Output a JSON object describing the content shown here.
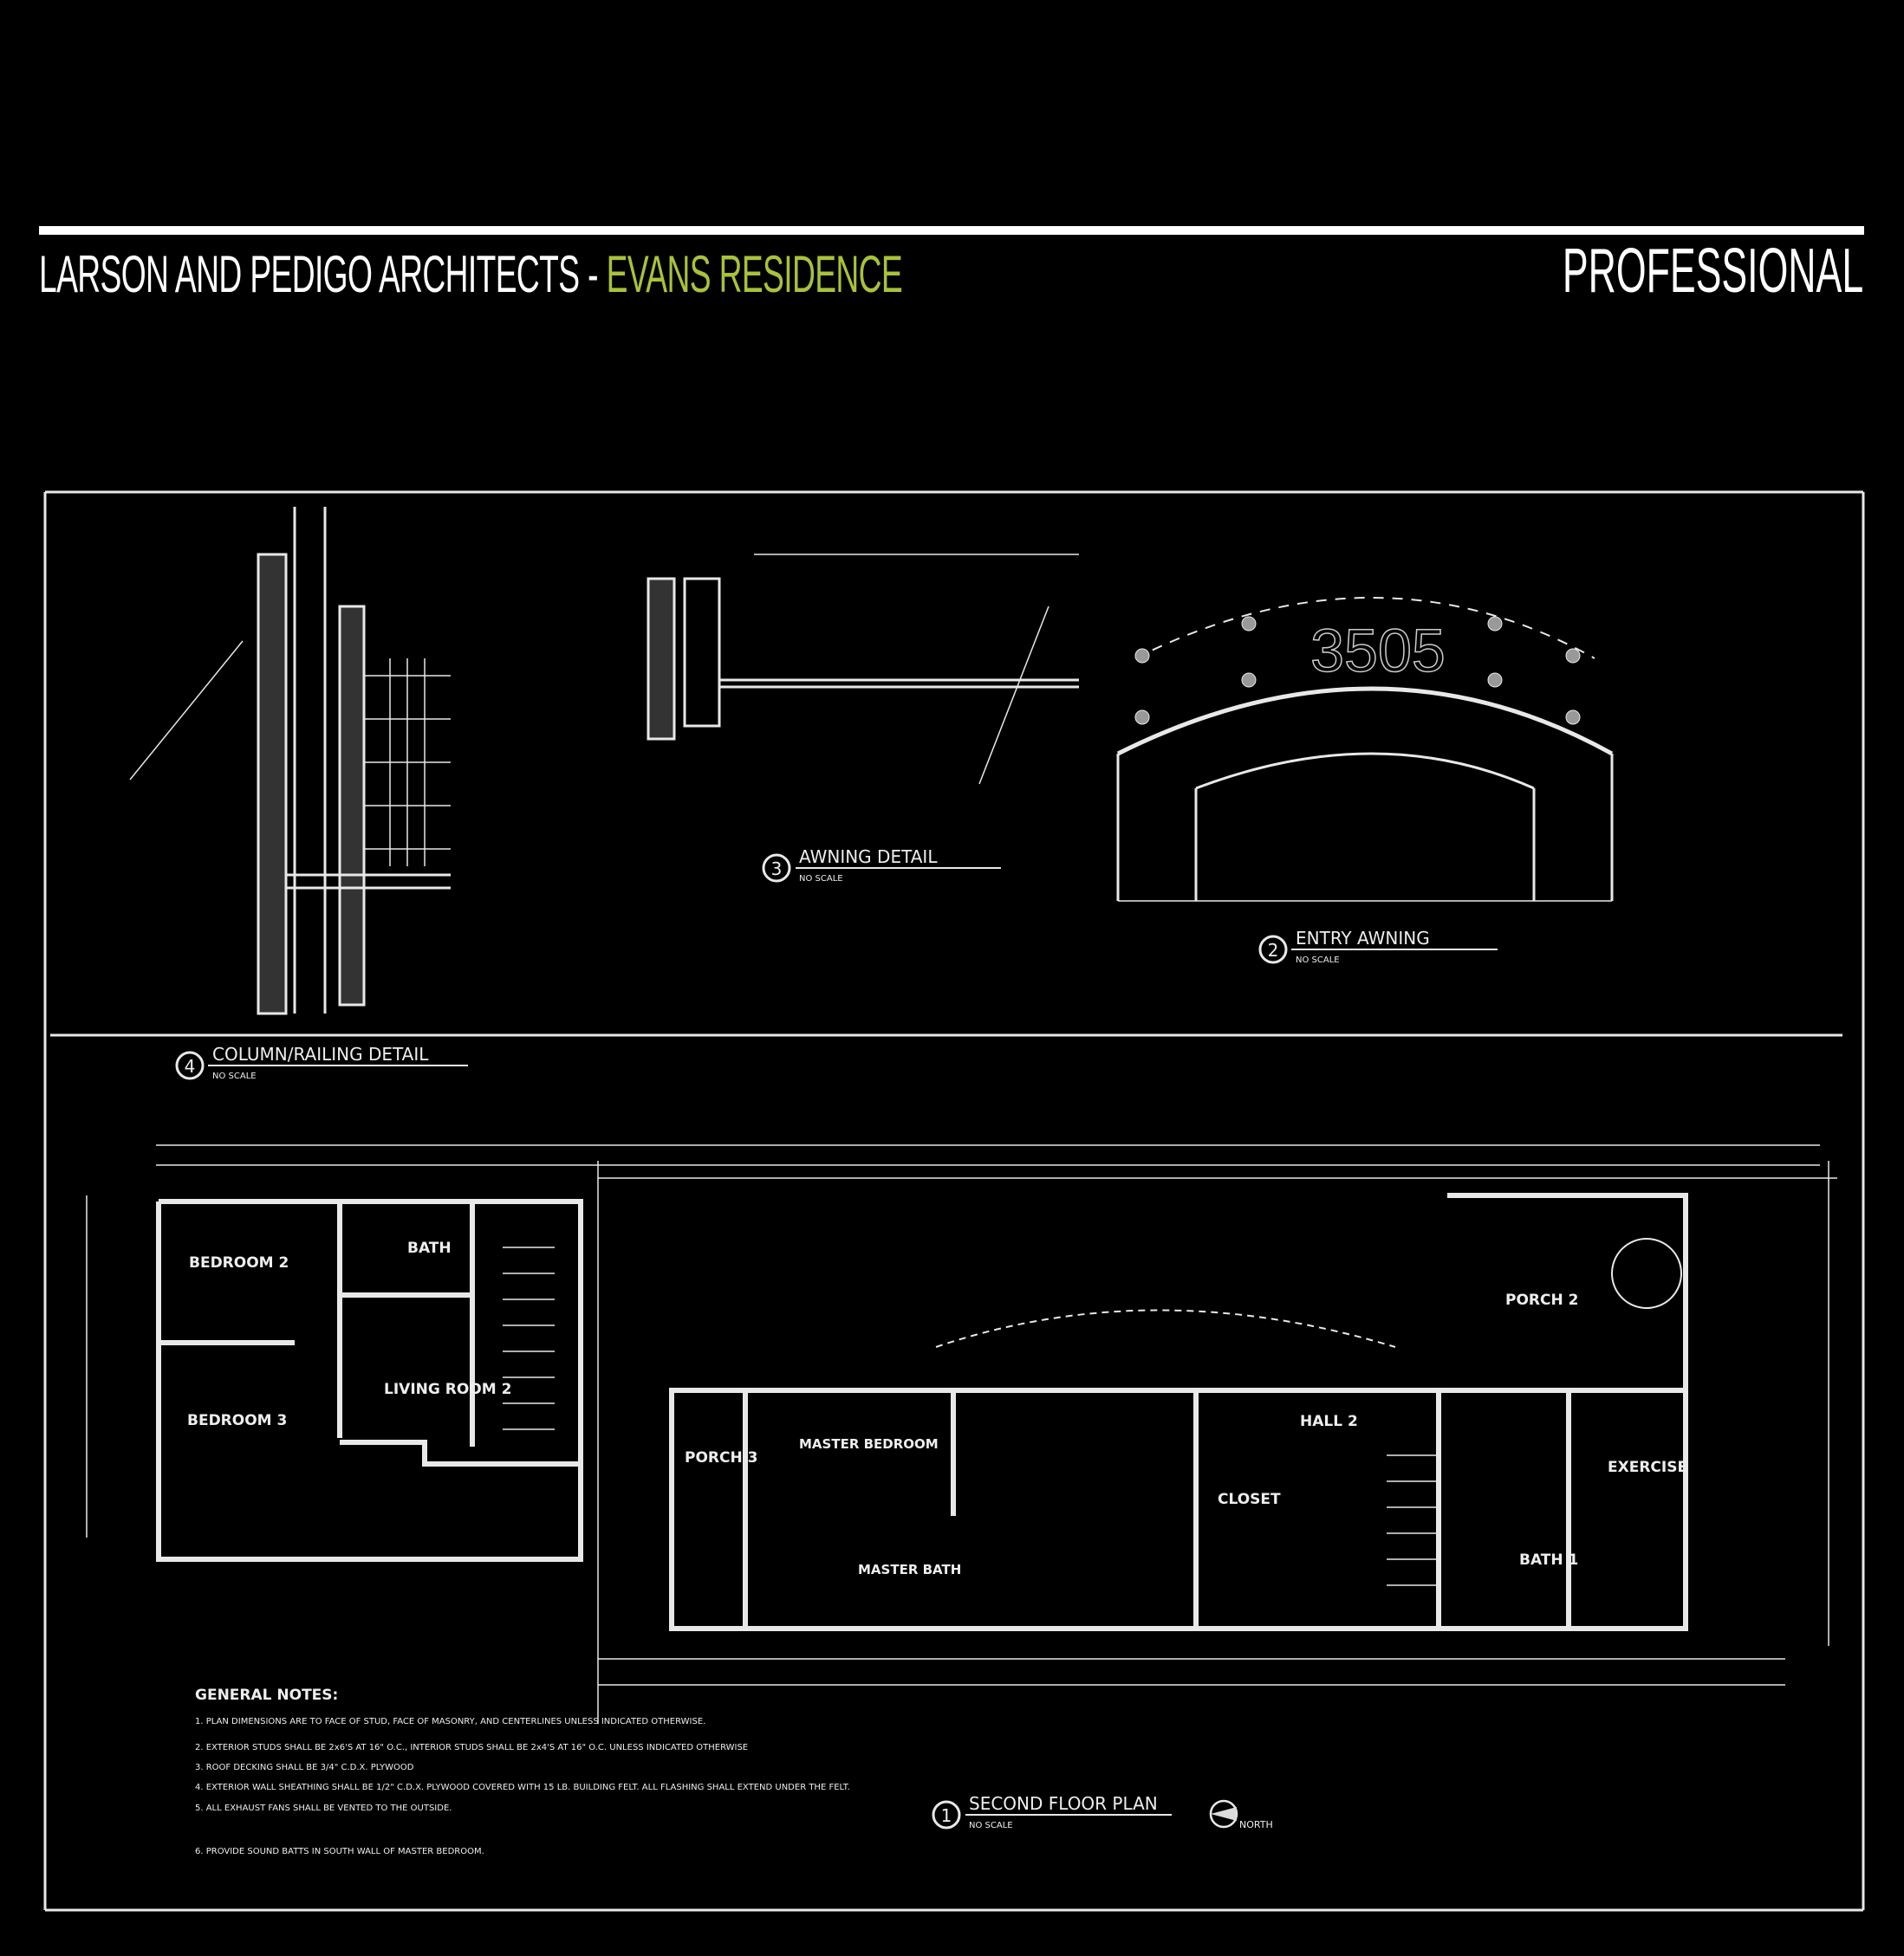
{
  "header": {
    "firm": "LARSON AND PEDIGO ARCHITECTS -",
    "project": "EVANS RESIDENCE",
    "section": "PROFESSIONAL",
    "accent_color": "#a8c23a"
  },
  "drawing": {
    "details": [
      {
        "number": "4",
        "title": "COLUMN/RAILING DETAIL",
        "scale": "NO SCALE"
      },
      {
        "number": "3",
        "title": "AWNING DETAIL",
        "scale": "NO SCALE"
      },
      {
        "number": "2",
        "title": "ENTRY AWNING",
        "scale": "NO SCALE"
      },
      {
        "number": "1",
        "title": "SECOND FLOOR PLAN",
        "scale": "NO SCALE"
      }
    ],
    "house_number": "3505",
    "north_label": "NORTH",
    "rooms": [
      "BEDROOM 2",
      "BEDROOM 3",
      "BATH",
      "LIVING ROOM 2",
      "PORCH 3",
      "MASTER BEDROOM",
      "MASTER BATH",
      "CLOSET",
      "HALL 2",
      "PORCH 2",
      "EXERCISE",
      "BATH 1"
    ],
    "general_notes": {
      "heading": "GENERAL NOTES:",
      "items": [
        "1. PLAN DIMENSIONS ARE TO FACE OF STUD, FACE OF MASONRY, AND CENTERLINES UNLESS INDICATED OTHERWISE.",
        "2. EXTERIOR STUDS SHALL BE 2x6'S AT 16\" O.C., INTERIOR STUDS SHALL BE 2x4'S AT 16\" O.C. UNLESS INDICATED OTHERWISE",
        "3. ROOF DECKING SHALL BE 3/4\" C.D.X. PLYWOOD",
        "4. EXTERIOR WALL SHEATHING SHALL BE 1/2\" C.D.X. PLYWOOD COVERED WITH 15 LB. BUILDING FELT. ALL FLASHING SHALL EXTEND UNDER THE FELT.",
        "5. ALL EXHAUST FANS SHALL BE VENTED TO THE OUTSIDE.",
        "6. PROVIDE SOUND BATTS IN SOUTH WALL OF MASTER BEDROOM."
      ]
    }
  }
}
